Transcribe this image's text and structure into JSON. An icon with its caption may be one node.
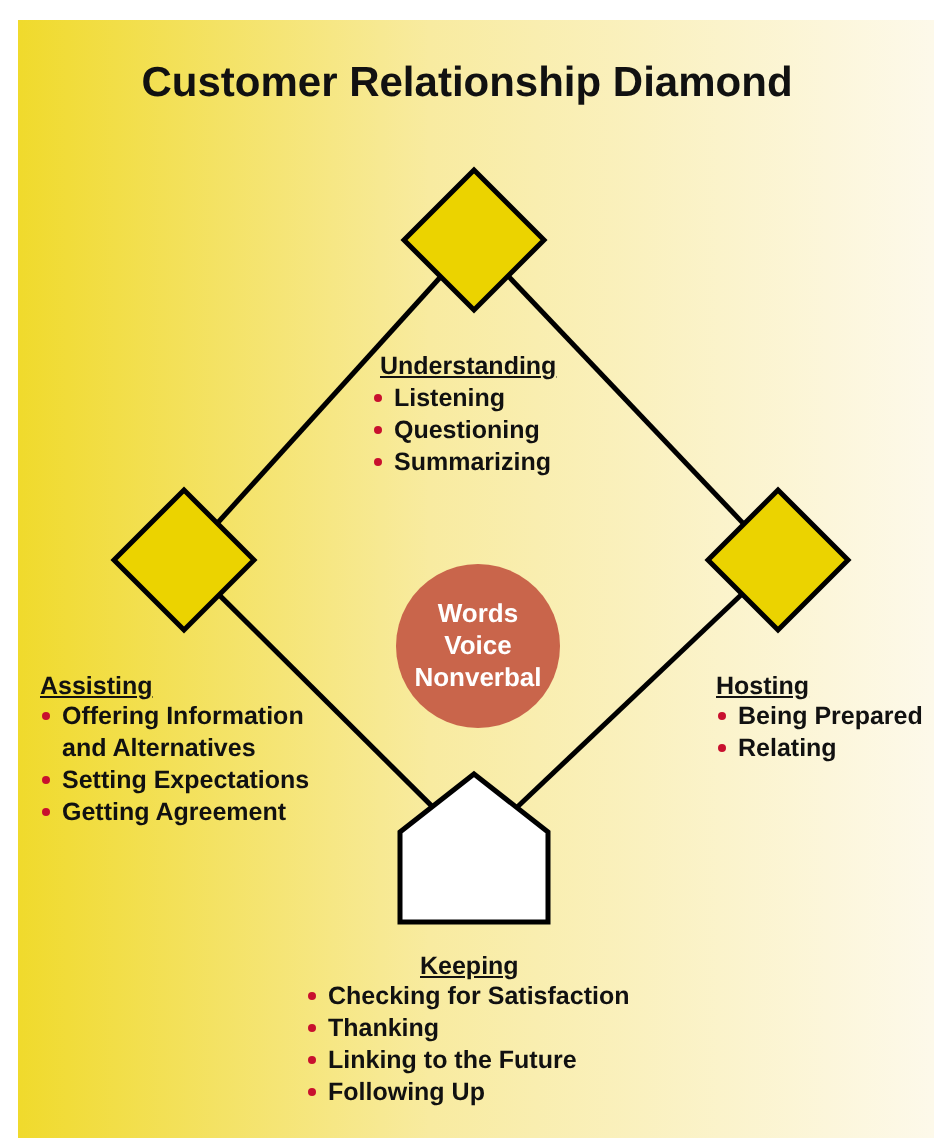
{
  "diagram": {
    "title": "Customer Relationship Diamond",
    "nodes": [
      {
        "text": [],
        "shape": "diamond"
      },
      {
        "text": [],
        "shape": "diamond"
      },
      {
        "text": [],
        "shape": "diamond"
      },
      {
        "text": [],
        "shape": "pentagon"
      },
      {
        "text": [
          "Words",
          "Voice",
          "Nonverbal"
        ]
      }
    ],
    "edges": [
      {
        "from": 0,
        "to": 1,
        "arrow": "none"
      },
      {
        "from": 0,
        "to": 2,
        "arrow": "none"
      },
      {
        "from": 1,
        "to": 3,
        "arrow": "none"
      },
      {
        "from": 2,
        "to": 3,
        "arrow": "none"
      }
    ],
    "labels": [
      "Understanding",
      "Listening",
      "Questioning",
      "Summarizing",
      "Assisting",
      "Offering Information and Alternatives",
      "Setting Expectations",
      "Getting Agreement",
      "Hosting",
      "Being Prepared",
      "Relating",
      "Keeping",
      "Checking for Satisfaction",
      "Thanking",
      "Linking to the Future",
      "Following Up"
    ]
  }
}
